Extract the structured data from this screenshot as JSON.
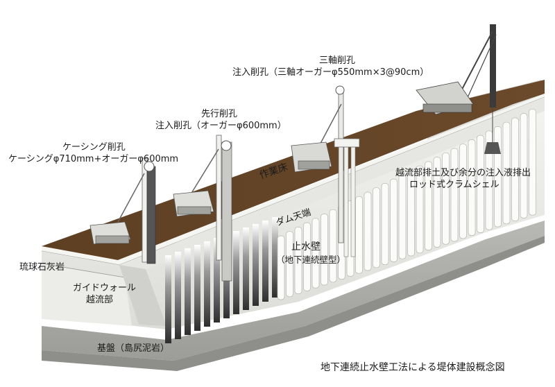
{
  "labels": {
    "triaxial_title": "三軸削孔",
    "triaxial_detail": "注入削孔（三軸オーガーφ550mm×3@90cm）",
    "pre_title": "先行削孔",
    "pre_detail": "注入削孔（オーガーφ600mm）",
    "casing_title": "ケーシング削孔",
    "casing_detail": "ケーシングφ710mm+オーガーφ600mm",
    "work_floor": "作業床",
    "dam_crest": "ダム天端",
    "cutoff_wall": "止水壁",
    "cutoff_wall_type": "（地下連続壁型）",
    "overflow_discharge": "越流部排土及び余分の注入液排出",
    "rod_clamshell": "ロッド式クラムシェル",
    "limestone": "琉球石灰岩",
    "guide_wall": "ガイドウォール",
    "overflow_part": "越流部",
    "bedrock": "基盤（島尻泥岩）",
    "caption": "地下連続止水壁工法による堤体建設概念図"
  },
  "colors": {
    "work_floor_top": "#5e4024",
    "wall_face": "#eeeeea",
    "bedrock_band": "#a9a9a5",
    "column_dark": "#3a3a3a"
  }
}
